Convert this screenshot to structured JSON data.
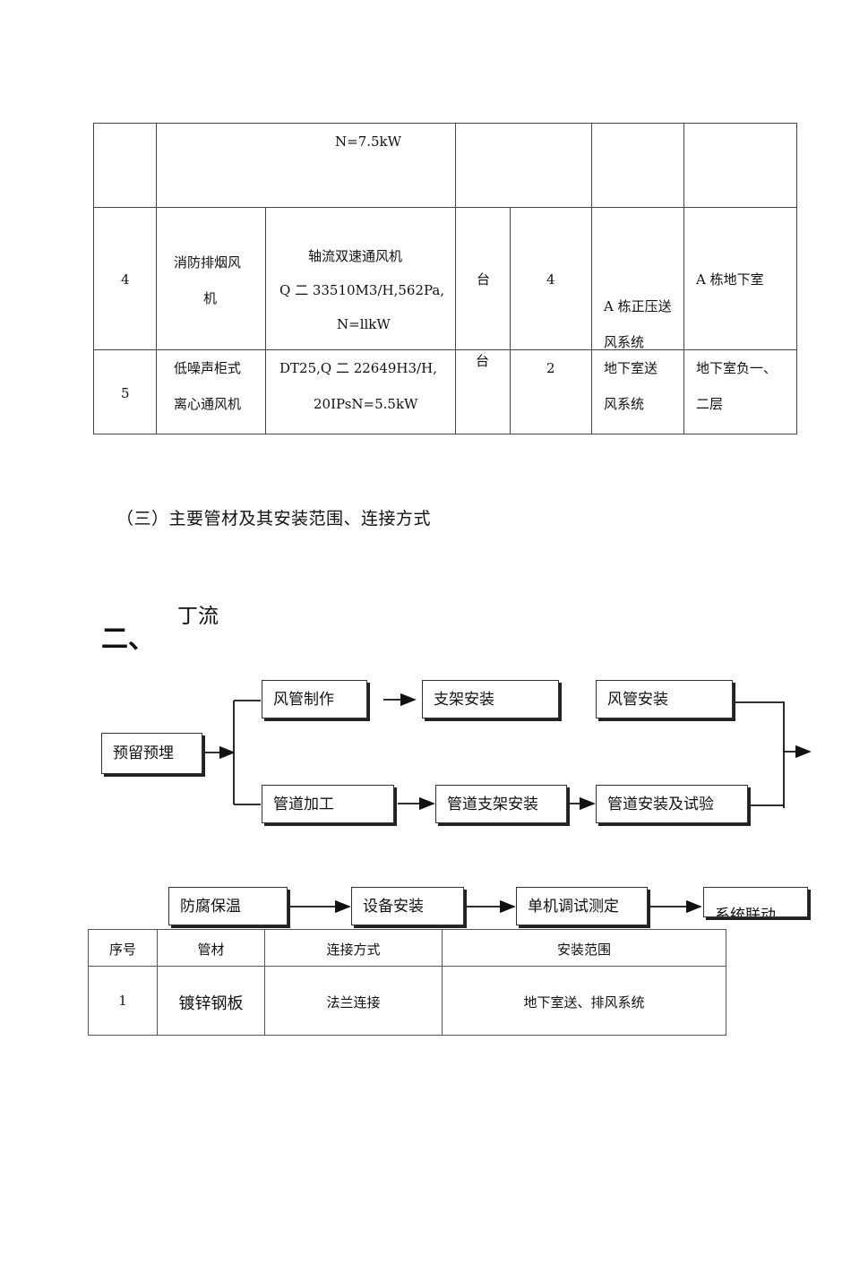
{
  "equipment_table": {
    "row_top": {
      "spec": "N=7.5kW"
    },
    "row4": {
      "no": "4",
      "name_line1": "消防排烟风",
      "name_line2": "机",
      "spec_line1": "轴流双速通风机",
      "spec_line2": "Q 二 33510M3/H,562Pa,",
      "spec_line3": "N=llkW",
      "unit": "台",
      "qty": "4",
      "system_line1": "A 栋正压送",
      "system_line2": "风系统",
      "location": "A 栋地下室"
    },
    "row5": {
      "no": "5",
      "name_line1": "低噪声柜式",
      "name_line2": "离心通风机",
      "spec_line1": "DT25,Q 二 22649H3/H,",
      "spec_line2": "20IPsN=5.5kW",
      "unit": "台",
      "qty": "2",
      "system_line1": "地下室送",
      "system_line2": "风系统",
      "location_line1": "地下室负一、",
      "location_line2": "二层"
    }
  },
  "section3_heading": "（三）主要管材及其安装范围、连接方式",
  "section2": {
    "number": "二、",
    "title": "丁流"
  },
  "flow": {
    "start": "预留预埋",
    "upper": [
      "风管制作",
      "支架安装",
      "风管安装"
    ],
    "lower": [
      "管道加工",
      "管道支架安装",
      "管道安装及试验"
    ],
    "final": [
      "防腐保温",
      "设备安装",
      "单机调试测定",
      "系统联动"
    ]
  },
  "pipe_table": {
    "headers": [
      "序号",
      "管材",
      "连接方式",
      "安装范围"
    ],
    "rows": [
      {
        "no": "1",
        "material": "镀锌钢板",
        "connection": "法兰连接",
        "range": "地下室送、排风系统"
      }
    ]
  }
}
